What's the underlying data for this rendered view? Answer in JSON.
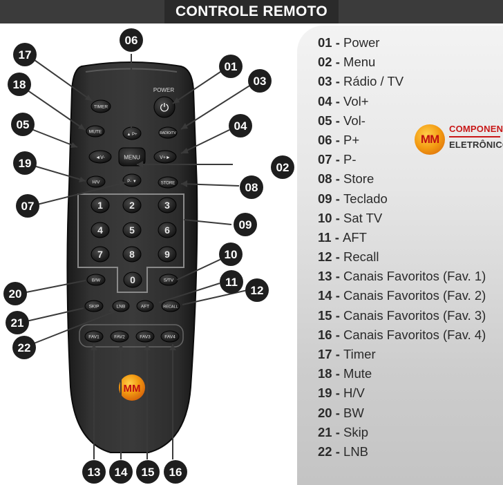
{
  "header": {
    "title": "CONTROLE REMOTO"
  },
  "brand": {
    "logo_text": "MM",
    "name_top": "COMPONENTES",
    "name_bottom": "ELETRÔNICOS"
  },
  "remote": {
    "power_caption": "POWER",
    "logo_text": "MM",
    "buttons": {
      "timer": "TIMER",
      "power_symbol": "⏻",
      "mute": "MUTE",
      "radio_tv": "RADIO/TV",
      "vol_minus": "◄V-",
      "vol_plus": "V+►",
      "menu": "MENU",
      "p_plus": "▲ P+",
      "p_minus": "P- ▼",
      "hv": "H/V",
      "store": "STORE",
      "bw": "B/W",
      "sat_tv": "S/TV",
      "skip": "SKIP",
      "lnb": "LNB",
      "aft": "AFT",
      "recall": "RECALL",
      "fav1": "FAV1",
      "fav2": "FAV2",
      "fav3": "FAV3",
      "fav4": "FAV4",
      "digits": [
        "1",
        "2",
        "3",
        "4",
        "5",
        "6",
        "7",
        "8",
        "9",
        "0"
      ]
    }
  },
  "callouts": [
    "01",
    "02",
    "03",
    "04",
    "05",
    "06",
    "07",
    "08",
    "09",
    "10",
    "11",
    "12",
    "13",
    "14",
    "15",
    "16",
    "17",
    "18",
    "19",
    "20",
    "21",
    "22"
  ],
  "legend": [
    {
      "num": "01",
      "sep": " - ",
      "label": "Power"
    },
    {
      "num": "02",
      "sep": " - ",
      "label": "Menu"
    },
    {
      "num": "03",
      "sep": " - ",
      "label": "Rádio / TV"
    },
    {
      "num": "04",
      "sep": " - ",
      "label": "Vol+"
    },
    {
      "num": "05",
      "sep": " - ",
      "label": "Vol-"
    },
    {
      "num": "06",
      "sep": " - ",
      "label": "P+"
    },
    {
      "num": "07",
      "sep": " - ",
      "label": "P-"
    },
    {
      "num": "08",
      "sep": " - ",
      "label": "Store"
    },
    {
      "num": "09",
      "sep": " - ",
      "label": "Teclado"
    },
    {
      "num": "10",
      "sep": " - ",
      "label": "Sat TV"
    },
    {
      "num": "11",
      "sep": " - ",
      "label": "AFT"
    },
    {
      "num": "12",
      "sep": " - ",
      "label": "Recall"
    },
    {
      "num": "13",
      "sep": " - ",
      "label": "Canais Favoritos (Fav. 1)"
    },
    {
      "num": "14",
      "sep": " - ",
      "label": "Canais Favoritos (Fav. 2)"
    },
    {
      "num": "15",
      "sep": " - ",
      "label": "Canais Favoritos (Fav. 3)"
    },
    {
      "num": "16",
      "sep": " - ",
      "label": "Canais Favoritos (Fav. 4)"
    },
    {
      "num": "17",
      "sep": " - ",
      "label": "Timer"
    },
    {
      "num": "18",
      "sep": " - ",
      "label": "Mute"
    },
    {
      "num": "19",
      "sep": " - ",
      "label": "H/V"
    },
    {
      "num": "20",
      "sep": " - ",
      "label": "BW"
    },
    {
      "num": "21",
      "sep": " - ",
      "label": "Skip"
    },
    {
      "num": "22",
      "sep": " - ",
      "label": "LNB"
    }
  ]
}
